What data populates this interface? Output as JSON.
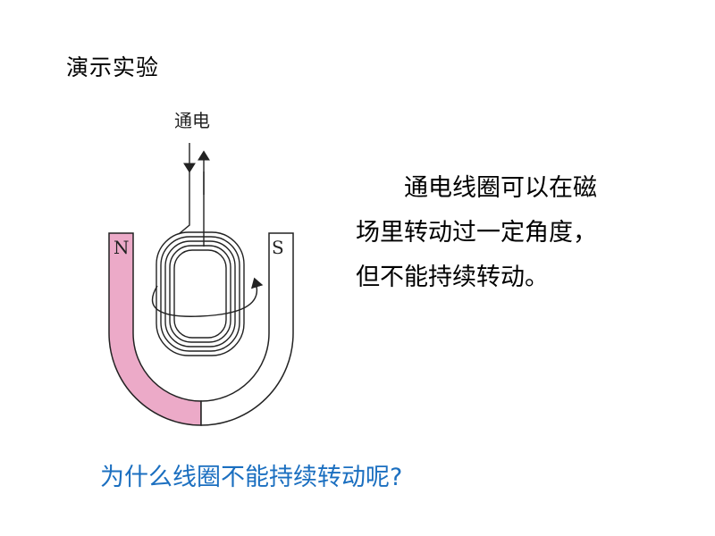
{
  "title": "演示实验",
  "diagram": {
    "current_label": "通电",
    "pole_n": "N",
    "pole_s": "S",
    "colors": {
      "north_pole": "#ecaac8",
      "south_pole": "#ffffff",
      "stroke": "#222222"
    },
    "icons": [
      "current-in-arrow-icon",
      "current-out-arrow-icon",
      "rotation-arrow-icon"
    ]
  },
  "description": {
    "line1": "通电线圈可以在磁",
    "line2": "场里转动过一定角度，",
    "line3": "但不能持续转动。"
  },
  "question": "为什么线圈不能持续转动呢?",
  "question_color": "#1b6fc0"
}
